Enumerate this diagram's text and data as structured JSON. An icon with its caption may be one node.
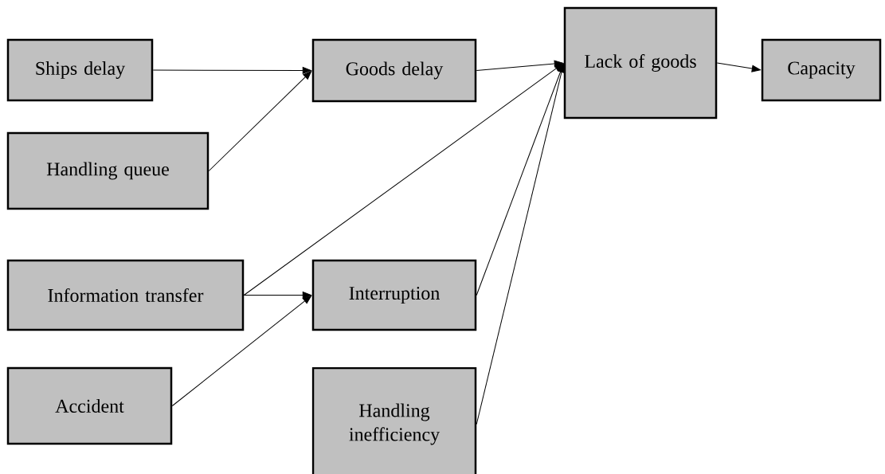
{
  "diagram": {
    "nodes": [
      {
        "text": [
          "Ships delay"
        ]
      },
      {
        "text": [
          "Handling queue"
        ]
      },
      {
        "text": [
          "Information transfer"
        ]
      },
      {
        "text": [
          "Accident"
        ]
      },
      {
        "text": [
          "Goods delay"
        ]
      },
      {
        "text": [
          "Interruption"
        ]
      },
      {
        "text": [
          "Handling inefficiency"
        ]
      },
      {
        "text": [
          "Lack of goods"
        ]
      },
      {
        "text": [
          "Capacity"
        ]
      }
    ],
    "edges": [
      {
        "from": 0,
        "to": 4,
        "arrow": "to"
      },
      {
        "from": 1,
        "to": 4,
        "arrow": "to"
      },
      {
        "from": 4,
        "to": 7,
        "arrow": "to"
      },
      {
        "from": 2,
        "to": 7,
        "arrow": "to"
      },
      {
        "from": 2,
        "to": 5,
        "arrow": "to"
      },
      {
        "from": 3,
        "to": 5,
        "arrow": "to"
      },
      {
        "from": 5,
        "to": 7,
        "arrow": "to"
      },
      {
        "from": 6,
        "to": 7,
        "arrow": "to"
      },
      {
        "from": 7,
        "to": 8,
        "arrow": "to"
      }
    ]
  }
}
